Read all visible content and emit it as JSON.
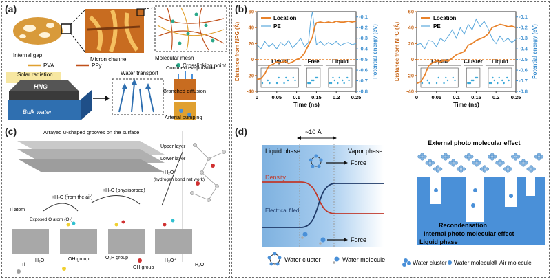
{
  "figure": {
    "panel_labels": [
      "(a)",
      "(b)",
      "(c)",
      "(d)"
    ],
    "colors": {
      "location": "#e8822a",
      "pe": "#5aa8dc",
      "axis_left": "#c8691e",
      "axis_right": "#3d8fd0",
      "density": "#c0392b",
      "field": "#1f3a68",
      "liquid_blue": "#4a90d8",
      "pva": "#e0a030",
      "ppy": "#c0501a"
    }
  },
  "panel_a": {
    "internal_gap": "Internal gap",
    "micron_channel": "Micron channel",
    "pva": "PVA",
    "ppy": "PPy",
    "molecular_mesh": "Molecular mesh",
    "crosslinking_point": "Crosslinking point",
    "solar_radiation": "Solar radiation",
    "water_transport": "Water transport",
    "confined_evaporation": "Confined evaporation",
    "branched_diffusion": "Branched diffusion",
    "arterial_pumping": "Arterial pumping",
    "hng": "HNG",
    "bulk_water": "Bulk water"
  },
  "panel_b": {
    "chart_data": [
      {
        "type": "line",
        "xlabel": "Time (ns)",
        "ylabel": "Distance from NPG (Å)",
        "y2label": "Potential energy (eV)",
        "xlim": [
          0,
          0.25
        ],
        "ylim": [
          -40,
          60
        ],
        "y2lim": [
          -0.8,
          -0.05
        ],
        "x_ticks": [
          "0",
          "0.05",
          "0.1",
          "0.15",
          "0.2",
          "0.25"
        ],
        "y_ticks": [
          "-40",
          "-20",
          "0",
          "20",
          "40",
          "60"
        ],
        "y2_ticks": [
          "-0.1",
          "-0.2",
          "-0.3",
          "-0.4",
          "-0.5",
          "-0.6",
          "-0.7",
          "-0.8"
        ],
        "legend": [
          "Location",
          "PE"
        ],
        "phases": [
          "Liquid",
          "Free",
          "Liquid"
        ],
        "series": [
          {
            "name": "Location",
            "x": [
              0,
              0.01,
              0.02,
              0.03,
              0.04,
              0.05,
              0.06,
              0.07,
              0.08,
              0.09,
              0.1,
              0.11,
              0.12,
              0.13,
              0.14,
              0.145,
              0.15,
              0.16,
              0.17,
              0.18,
              0.19,
              0.2,
              0.21,
              0.22,
              0.23,
              0.24,
              0.25
            ],
            "y": [
              -25,
              -24,
              -18,
              -8,
              -6,
              -3,
              -4,
              -2,
              -5,
              -3,
              0,
              2,
              8,
              18,
              28,
              40,
              46,
              47,
              46,
              47,
              46,
              48,
              47,
              47,
              48,
              47,
              48
            ]
          },
          {
            "name": "PE",
            "x": [
              0,
              0.01,
              0.02,
              0.03,
              0.04,
              0.05,
              0.06,
              0.07,
              0.08,
              0.09,
              0.1,
              0.11,
              0.12,
              0.13,
              0.135,
              0.14,
              0.15,
              0.16,
              0.17,
              0.18,
              0.19,
              0.2,
              0.21,
              0.22,
              0.23,
              0.24,
              0.25
            ],
            "y": [
              -0.36,
              -0.4,
              -0.33,
              -0.38,
              -0.35,
              -0.4,
              -0.34,
              -0.37,
              -0.32,
              -0.39,
              -0.35,
              -0.3,
              -0.38,
              -0.34,
              -0.15,
              -0.05,
              -0.36,
              -0.33,
              -0.37,
              -0.34,
              -0.36,
              -0.33,
              -0.37,
              -0.35,
              -0.34,
              -0.36,
              -0.35
            ]
          }
        ]
      },
      {
        "type": "line",
        "xlabel": "Time (ns)",
        "ylabel": "Distance from NPG (Å)",
        "y2label": "Potential energy (eV)",
        "xlim": [
          0,
          0.25
        ],
        "ylim": [
          -40,
          60
        ],
        "y2lim": [
          -0.8,
          -0.05
        ],
        "x_ticks": [
          "0",
          "0.05",
          "0.1",
          "0.15",
          "0.2",
          "0.25"
        ],
        "y_ticks": [
          "-40",
          "-20",
          "0",
          "20",
          "40",
          "60"
        ],
        "y2_ticks": [
          "-0.1",
          "-0.2",
          "-0.3",
          "-0.4",
          "-0.5",
          "-0.6",
          "-0.7",
          "-0.8"
        ],
        "legend": [
          "Location",
          "PE"
        ],
        "phases": [
          "Liquid",
          "Cluster",
          "Liquid"
        ],
        "series": [
          {
            "name": "Location",
            "x": [
              0,
              0.01,
              0.02,
              0.03,
              0.04,
              0.05,
              0.06,
              0.07,
              0.08,
              0.09,
              0.1,
              0.11,
              0.12,
              0.13,
              0.14,
              0.15,
              0.16,
              0.17,
              0.18,
              0.19,
              0.2,
              0.21,
              0.22,
              0.23,
              0.24,
              0.25
            ],
            "y": [
              -30,
              -28,
              -20,
              -8,
              -4,
              -2,
              -3,
              -1,
              -2,
              2,
              6,
              8,
              10,
              18,
              20,
              24,
              26,
              28,
              32,
              40,
              42,
              44,
              43,
              41,
              42,
              40
            ]
          },
          {
            "name": "PE",
            "x": [
              0,
              0.01,
              0.02,
              0.03,
              0.04,
              0.05,
              0.06,
              0.07,
              0.08,
              0.09,
              0.1,
              0.11,
              0.12,
              0.13,
              0.14,
              0.15,
              0.16,
              0.17,
              0.18,
              0.19,
              0.2,
              0.21,
              0.22,
              0.23,
              0.24,
              0.25
            ],
            "y": [
              -0.36,
              -0.35,
              -0.4,
              -0.32,
              -0.33,
              -0.38,
              -0.3,
              -0.33,
              -0.28,
              -0.22,
              -0.3,
              -0.2,
              -0.26,
              -0.17,
              -0.22,
              -0.12,
              -0.19,
              -0.14,
              -0.21,
              -0.3,
              -0.35,
              -0.28,
              -0.33,
              -0.3,
              -0.34,
              -0.31
            ]
          }
        ]
      }
    ]
  },
  "panel_c": {
    "grooves_title": "Arrayed U-shaped grooves on the surface",
    "upper_layer": "Upper layer",
    "lower_layer": "Lower layer",
    "h2o_hbond": "+H₂O",
    "hbond_note": "(hydrogen bond net work)",
    "h2o_air": "+H₂O (from the air)",
    "h2o_phys": "+H₂O (physisorbed)",
    "ti_atom": "Ti atom",
    "exposed_o": "Exposed O atom (O₂)",
    "ti": "Ti",
    "h2o": "H₂O",
    "oh_group": "OH group",
    "o2h_group": "O₂H group",
    "h3o": "H₃O⁺"
  },
  "panel_d": {
    "distance": "~10 Å",
    "liquid_phase": "Liquid phase",
    "vapor_phase": "Vapor phase",
    "density": "Density",
    "electrical_field": "Electrical filed",
    "force_top": "Force",
    "force_bottom": "Force",
    "water_cluster": "Water cluster",
    "water_molecule": "Water molecule",
    "external_effect": "External photo molecular effect",
    "recondensation": "Recondensation",
    "internal_effect": "Internal photo molecular effect",
    "liquid_phase_right": "Liquid phase",
    "legend_cluster": "Water cluster",
    "legend_molecule": "Water molecule",
    "legend_air": "Air molecule"
  }
}
